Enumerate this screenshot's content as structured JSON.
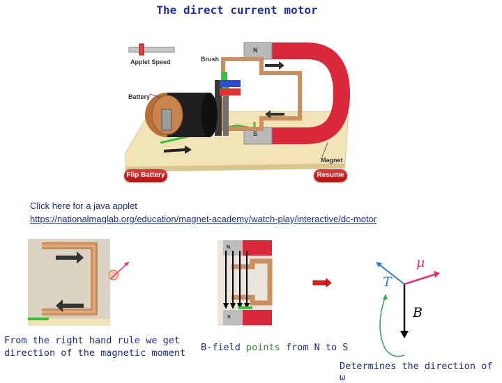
{
  "title": "The direct current motor",
  "applet": {
    "speed_label": "Applet Speed",
    "brush_label": "Brush",
    "battery_label": "Battery",
    "magnet_label": "Magnet",
    "north_label": "N",
    "south_label": "S",
    "flip_button": "Flip Battery",
    "resume_button": "Resume",
    "speed_value_label": "Applet Speed"
  },
  "link_intro": "Click here for a java applet",
  "link_url": "https://nationalmaglab.org/education/magnet-academy/watch-play/interactive/dc-motor",
  "zoom": {
    "north_label": "N",
    "south_label": "S"
  },
  "vectors": {
    "mu": "μ",
    "torque": "T",
    "field": "B"
  },
  "captions": {
    "left": "From the right hand rule we get direction of the magnetic moment",
    "mid_prefix": "B-field ",
    "mid_highlight": "points",
    "mid_suffix": " from N to S",
    "bottom": "Determines the direction of ω"
  },
  "colors": {
    "title": "#1b2fa8",
    "text": "#1a2b8f",
    "mu_arrow": "#e8307a",
    "torque_arrow": "#2a7fd0",
    "field_arrow": "#000000"
  }
}
